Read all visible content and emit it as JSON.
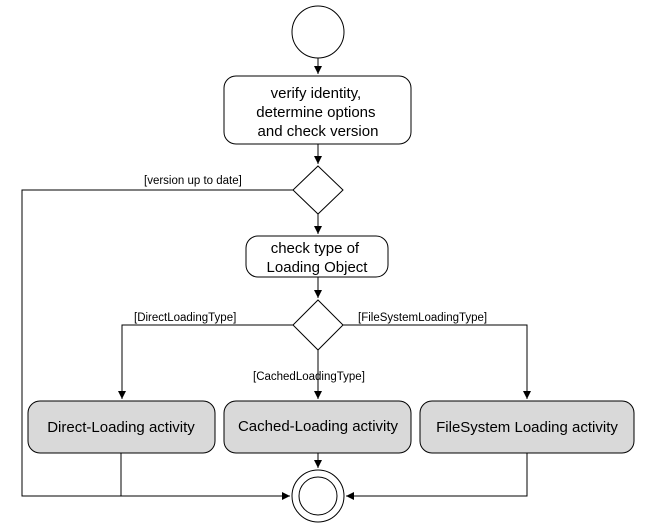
{
  "nodes": {
    "verify": {
      "lines": [
        "verify identity,",
        "determine options",
        "and check version"
      ]
    },
    "check_type": {
      "lines": [
        "check type of",
        "Loading Object"
      ]
    },
    "direct": {
      "label": "Direct-Loading activity"
    },
    "cached": {
      "label": "Cached-Loading activity"
    },
    "filesystem": {
      "label": "FileSystem Loading activity"
    }
  },
  "guards": {
    "version_up_to_date": "[version up to date]",
    "direct_loading_type": "[DirectLoadingType]",
    "cached_loading_type": "[CachedLoadingType]",
    "filesystem_loading_type": "[FileSystemLoadingType]"
  },
  "colors": {
    "action_fill": "#ffffff",
    "activity_fill": "#d9d9d9",
    "stroke": "#000000"
  }
}
